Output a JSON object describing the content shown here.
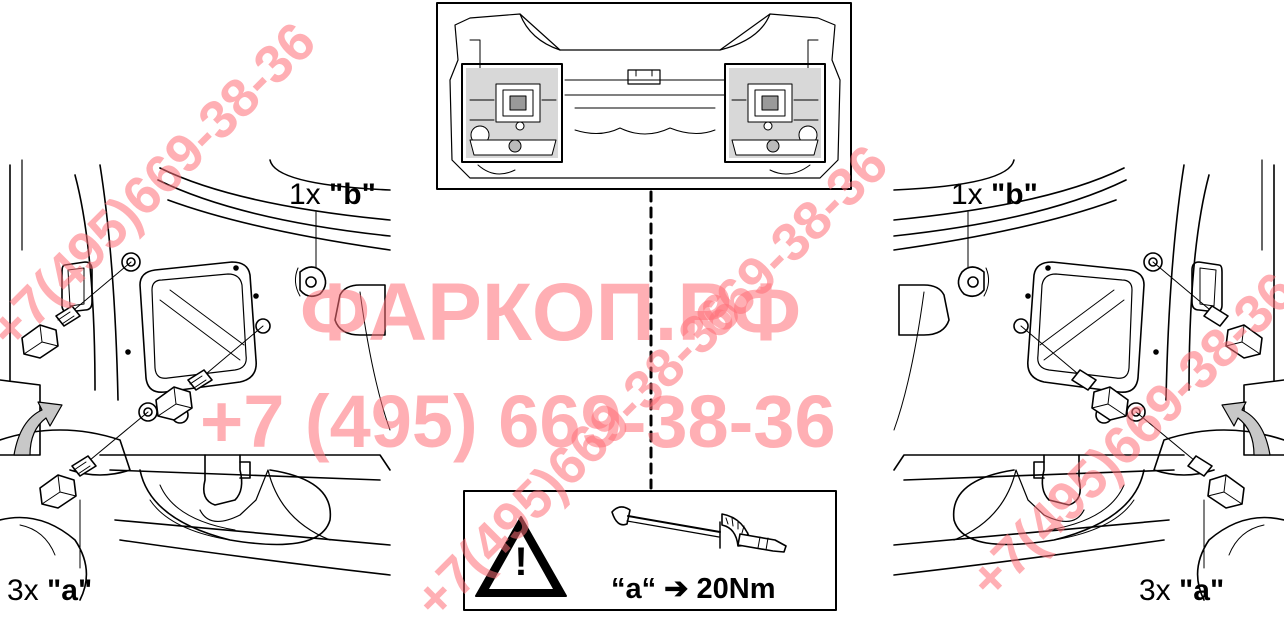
{
  "callouts": {
    "left_b": {
      "count": "1x",
      "code": "\"b\""
    },
    "left_a": {
      "count": "3x",
      "code": "\"a\""
    },
    "right_b": {
      "count": "1x",
      "code": "\"b\""
    },
    "right_a": {
      "count": "3x",
      "code": "\"a\""
    }
  },
  "torque": {
    "warning_mark": "!",
    "text": "“a“ ➔ 20Nm"
  },
  "watermark": {
    "brand": "ФАРКОП.РФ",
    "phone": "+7 (495) 669-38-36",
    "phone_diagonal_left": "+7(495)669-38-36",
    "phone_diagonal_center": "+7(495)669-38-36",
    "phone_diagonal_upper": "669-38-36",
    "phone_diagonal_right": "+7(495)669-38-36",
    "color": "#ff6f78"
  }
}
